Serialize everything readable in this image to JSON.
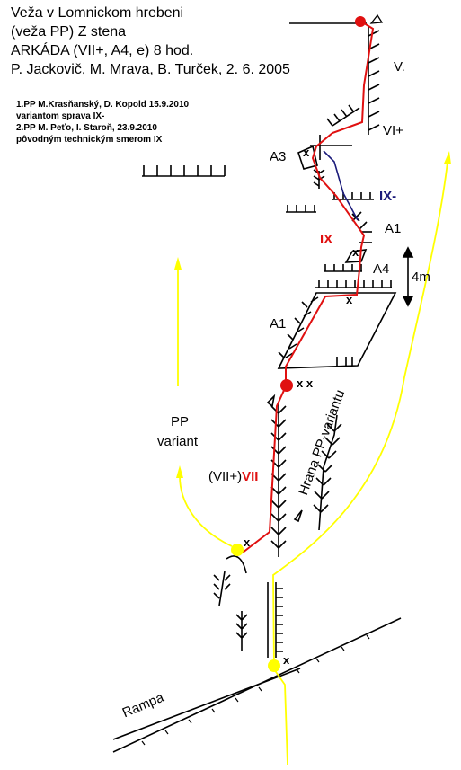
{
  "header": {
    "title": "Veža v Lomnickom hrebeni",
    "subtitle": "(veža PP) Z stena",
    "route": "ARKÁDA  (VII+, A4, e) 8 hod.",
    "authors": "P. Jackovič, M. Mrava, B. Turček, 2. 6. 2005"
  },
  "notes": [
    "1.PP M.Krasňanský, D. Kopold 15.9.2010",
    "variantom sprava IX-",
    "2.PP M. Peťo, I. Staroň, 23.9.2010",
    "pôvodným technickým smerom IX"
  ],
  "labels": {
    "grade_top": "V.",
    "grade_vi": "VI+",
    "a3": "A3",
    "ix_minus": "IX-",
    "a1_upper": "A1",
    "ix": "IX",
    "a4": "A4",
    "height": "4m",
    "a1_lower": "A1",
    "belay_xx": "x x",
    "pp_variant_line1": "PP",
    "pp_variant_line2": "variant",
    "grade_bottom_plain": "(VII+)",
    "grade_bottom_red": "VII",
    "edge": "Hrana PP-variantu",
    "ramp": "Rampa",
    "x_marker": "x"
  },
  "colors": {
    "route": "#e01010",
    "variant": "#ffff00",
    "ix_variant": "#1a1a7a",
    "rock": "#000000",
    "background": "#ffffff"
  }
}
